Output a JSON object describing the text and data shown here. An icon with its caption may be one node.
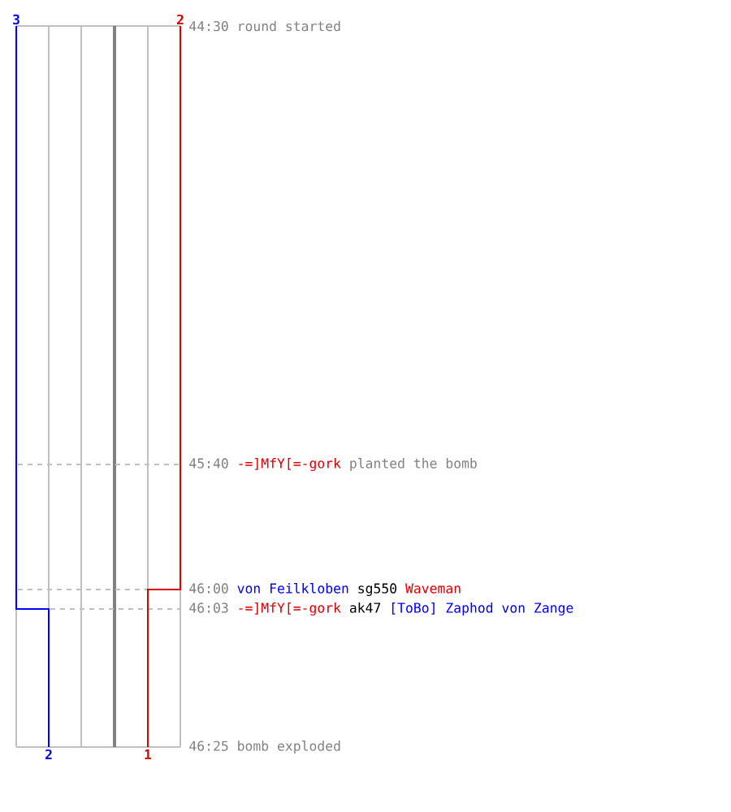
{
  "diagram": {
    "labels": [
      "3",
      "2",
      "44:30",
      "round started",
      "45:40",
      "-=]MfY[=-gork",
      "planted the bomb",
      "46:00",
      "von Feilkloben",
      "sg550",
      "Waveman",
      "46:03",
      "-=]MfY[=-gork",
      "ak47",
      "[ToBo] Zaphod von Zange",
      "2",
      "1",
      "46:25",
      "bomb exploded"
    ]
  }
}
